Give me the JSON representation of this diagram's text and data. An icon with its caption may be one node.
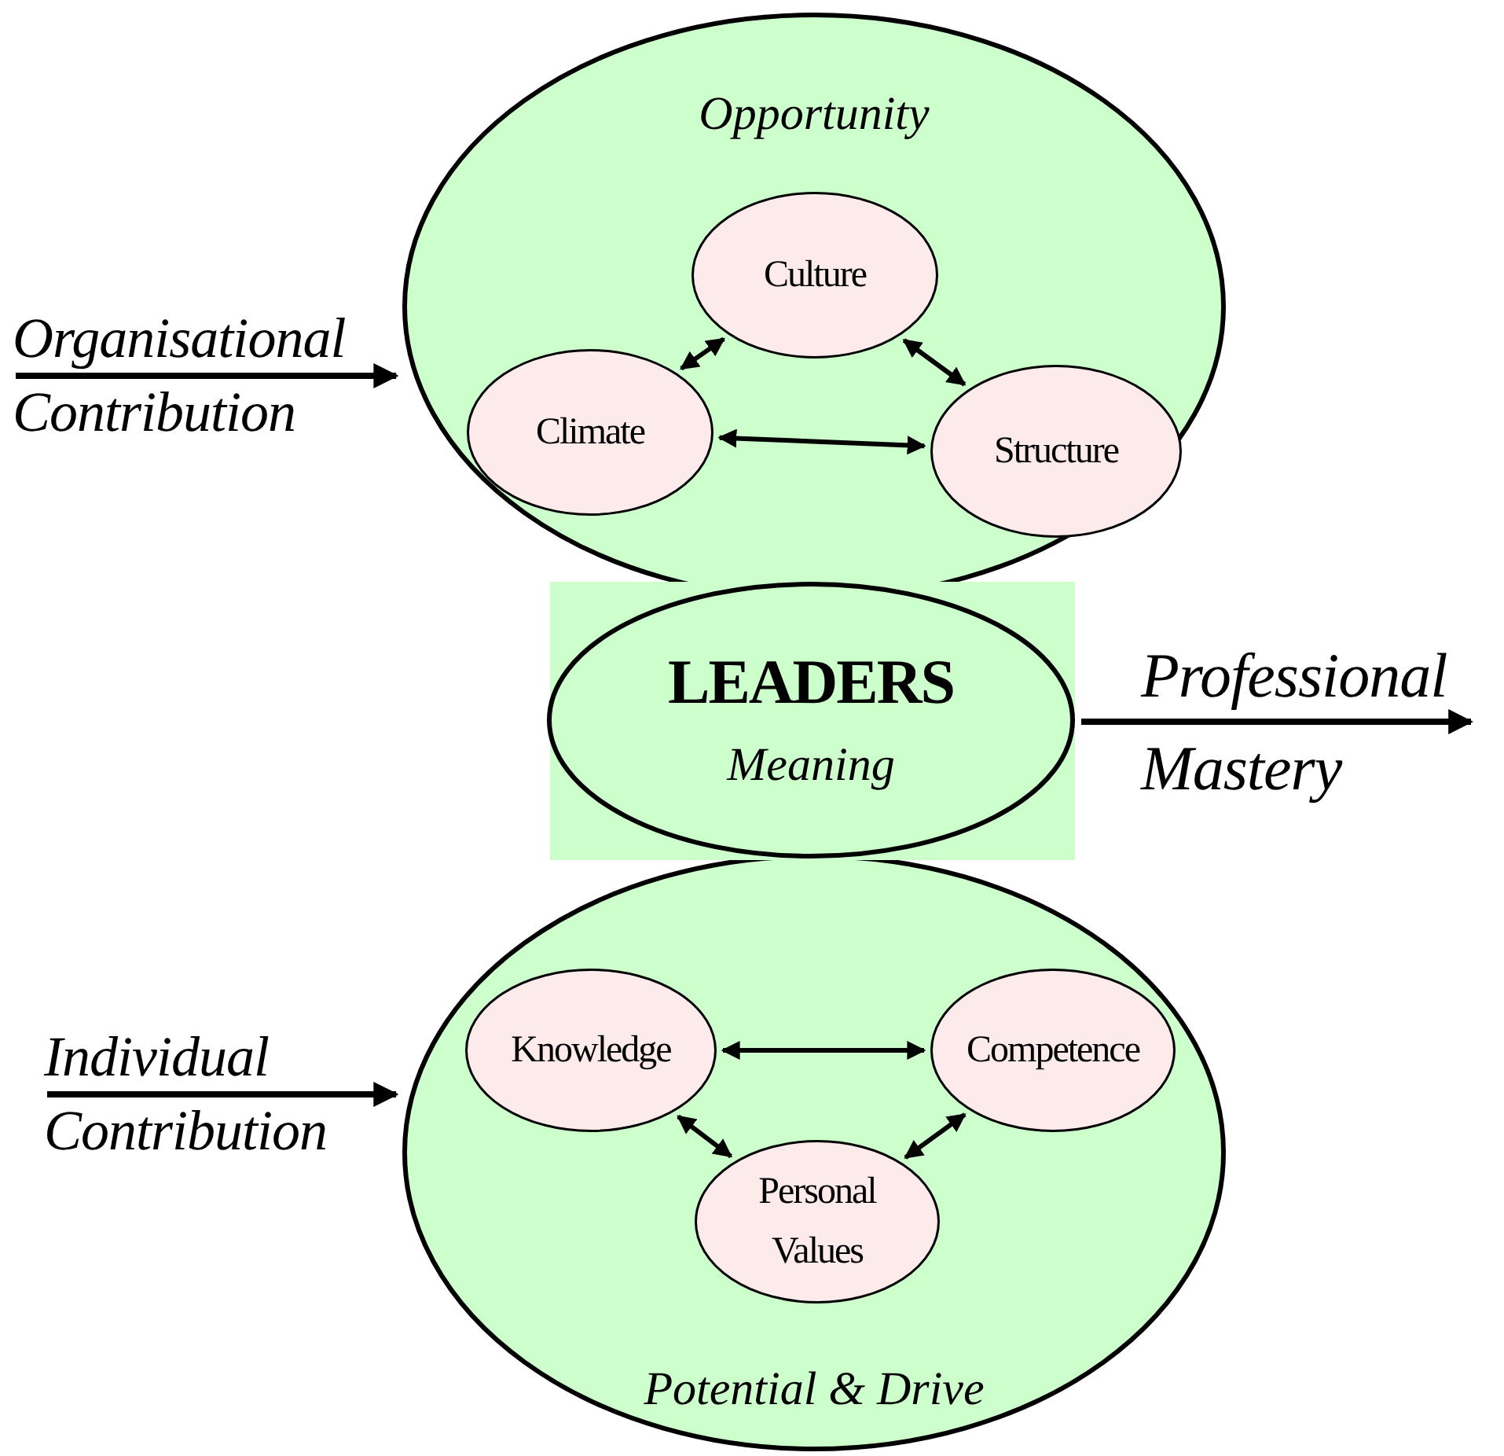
{
  "diagram": {
    "nodes": [
      {
        "text": [
          "Opportunity"
        ]
      },
      {
        "text": [
          "Culture"
        ],
        "in": 0
      },
      {
        "text": [
          "Climate"
        ],
        "in": 0
      },
      {
        "text": [
          "Structure"
        ],
        "in": 0
      },
      {
        "text": [
          "LEADERS",
          "Meaning"
        ]
      },
      {
        "text": [
          "Potential & Drive"
        ]
      },
      {
        "text": [
          "Knowledge"
        ],
        "in": 5
      },
      {
        "text": [
          "Competence"
        ],
        "in": 5
      },
      {
        "text": [
          "Personal Values"
        ],
        "in": 5
      },
      {
        "text": [
          "Organisational Contribution"
        ]
      },
      {
        "text": [
          "Individual Contribution"
        ]
      },
      {
        "text": [
          "Professional Mastery"
        ]
      }
    ],
    "edges": [
      {
        "from": 9,
        "to": 0,
        "arrow": "to"
      },
      {
        "from": 10,
        "to": 5,
        "arrow": "to"
      },
      {
        "from": 4,
        "to": 11,
        "arrow": "to"
      },
      {
        "from": 1,
        "to": 2,
        "arrow": "both"
      },
      {
        "from": 1,
        "to": 3,
        "arrow": "both"
      },
      {
        "from": 2,
        "to": 3,
        "arrow": "both"
      },
      {
        "from": 6,
        "to": 7,
        "arrow": "both"
      },
      {
        "from": 6,
        "to": 8,
        "arrow": "both"
      },
      {
        "from": 7,
        "to": 8,
        "arrow": "both"
      }
    ]
  }
}
